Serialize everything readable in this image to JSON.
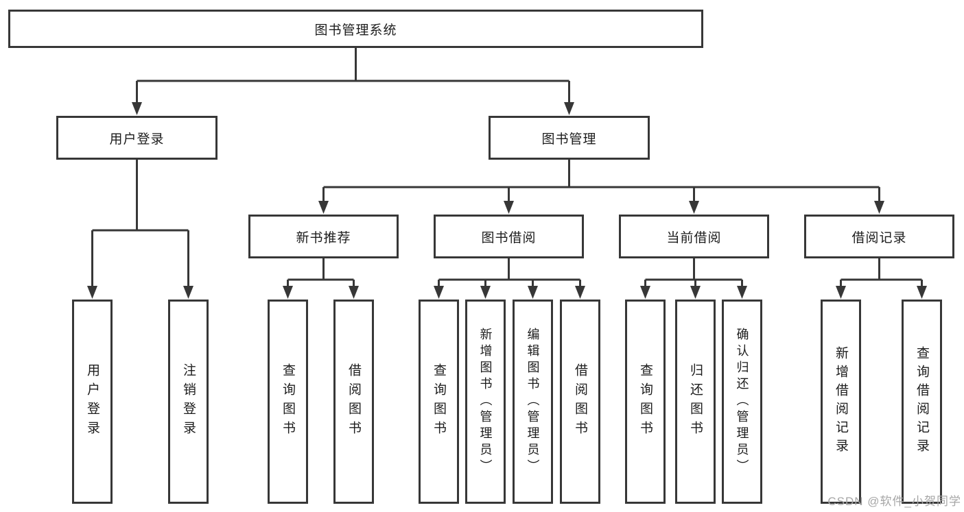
{
  "diagram": {
    "title": "图书管理系统",
    "type": "hierarchy-tree",
    "colors": {
      "background": "#ffffff",
      "line": "#373737",
      "box_border": "#373737",
      "text": "#1c1c1c",
      "watermark": "#a6a6a6"
    },
    "tree": {
      "root": {
        "label": "图书管理系统"
      },
      "level2": [
        {
          "label": "用户登录"
        },
        {
          "label": "图书管理"
        }
      ],
      "level3": [
        {
          "label": "新书推荐",
          "parent": "图书管理"
        },
        {
          "label": "图书借阅",
          "parent": "图书管理"
        },
        {
          "label": "当前借阅",
          "parent": "图书管理"
        },
        {
          "label": "借阅记录",
          "parent": "图书管理"
        }
      ],
      "leaves": {
        "user_login": [
          "用户登录",
          "注销登录"
        ],
        "new_book_recommend": [
          "查询图书",
          "借阅图书"
        ],
        "book_borrow": [
          "查询图书",
          "新增图书（管理员）",
          "编辑图书（管理员）",
          "借阅图书"
        ],
        "current_borrow": [
          "查询图书",
          "归还图书",
          "确认归还（管理员）"
        ],
        "borrow_records": [
          "新增借阅记录",
          "查询借阅记录"
        ]
      }
    },
    "watermark": {
      "text": "CSDN @软件_小贺同学"
    }
  }
}
